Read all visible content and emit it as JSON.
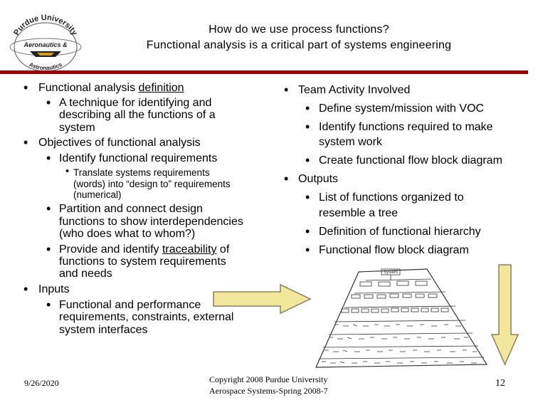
{
  "logo": {
    "text_top": "Purdue University",
    "text_middle": "Aeronautics &",
    "text_bottom": "Astronautics"
  },
  "title": {
    "line1": "How do we use process functions?",
    "line2": "Functional analysis is a critical part of systems engineering"
  },
  "left": {
    "b1": "Functional analysis definition",
    "b1_1_l1": "A technique for identifying and",
    "b1_1_l2": "describing all the functions of a",
    "b1_1_l3": "system",
    "b2": "Objectives of functional analysis",
    "b2_1": "Identify functional requirements",
    "b2_1_1_l1": "Translate systems requirements",
    "b2_1_1_l2": "(words) into “design to” requirements",
    "b2_1_1_l3": "(numerical)",
    "b2_2_l1": "Partition and connect design",
    "b2_2_l2": "functions to show interdependencies",
    "b2_2_l3": "(who does what to whom?)",
    "b2_3_l1a": "Provide and identify ",
    "b2_3_l1b": "traceability",
    "b2_3_l1c": " of",
    "b2_3_l2": "functions to system requirements",
    "b2_3_l3": "and needs",
    "b3": "Inputs",
    "b3_1_l1": "Functional and performance",
    "b3_1_l2": "requirements, constraints, external",
    "b3_1_l3": "system interfaces"
  },
  "right": {
    "b1": "Team Activity Involved",
    "b1_1": "Define system/mission with VOC",
    "b1_2_l1": "Identify functions required to make",
    "b1_2_l2": "system work",
    "b1_3": "Create functional flow block diagram",
    "b2": "Outputs",
    "b2_1_l1": "List of functions organized to",
    "b2_1_l2": "resemble a tree",
    "b2_2": "Definition of functional hierarchy",
    "b2_3": "Functional flow block diagram"
  },
  "figure": {
    "top_label": "System"
  },
  "footer": {
    "date": "9/26/2020",
    "copyright_l1": "Copyright 2008 Purdue University",
    "copyright_l2": "Aerospace Systems-Spring 2008-7",
    "page": "12"
  },
  "colors": {
    "rule": "#9b0000",
    "arrow_fill": "#f2e79a",
    "arrow_stroke": "#8a8060"
  }
}
